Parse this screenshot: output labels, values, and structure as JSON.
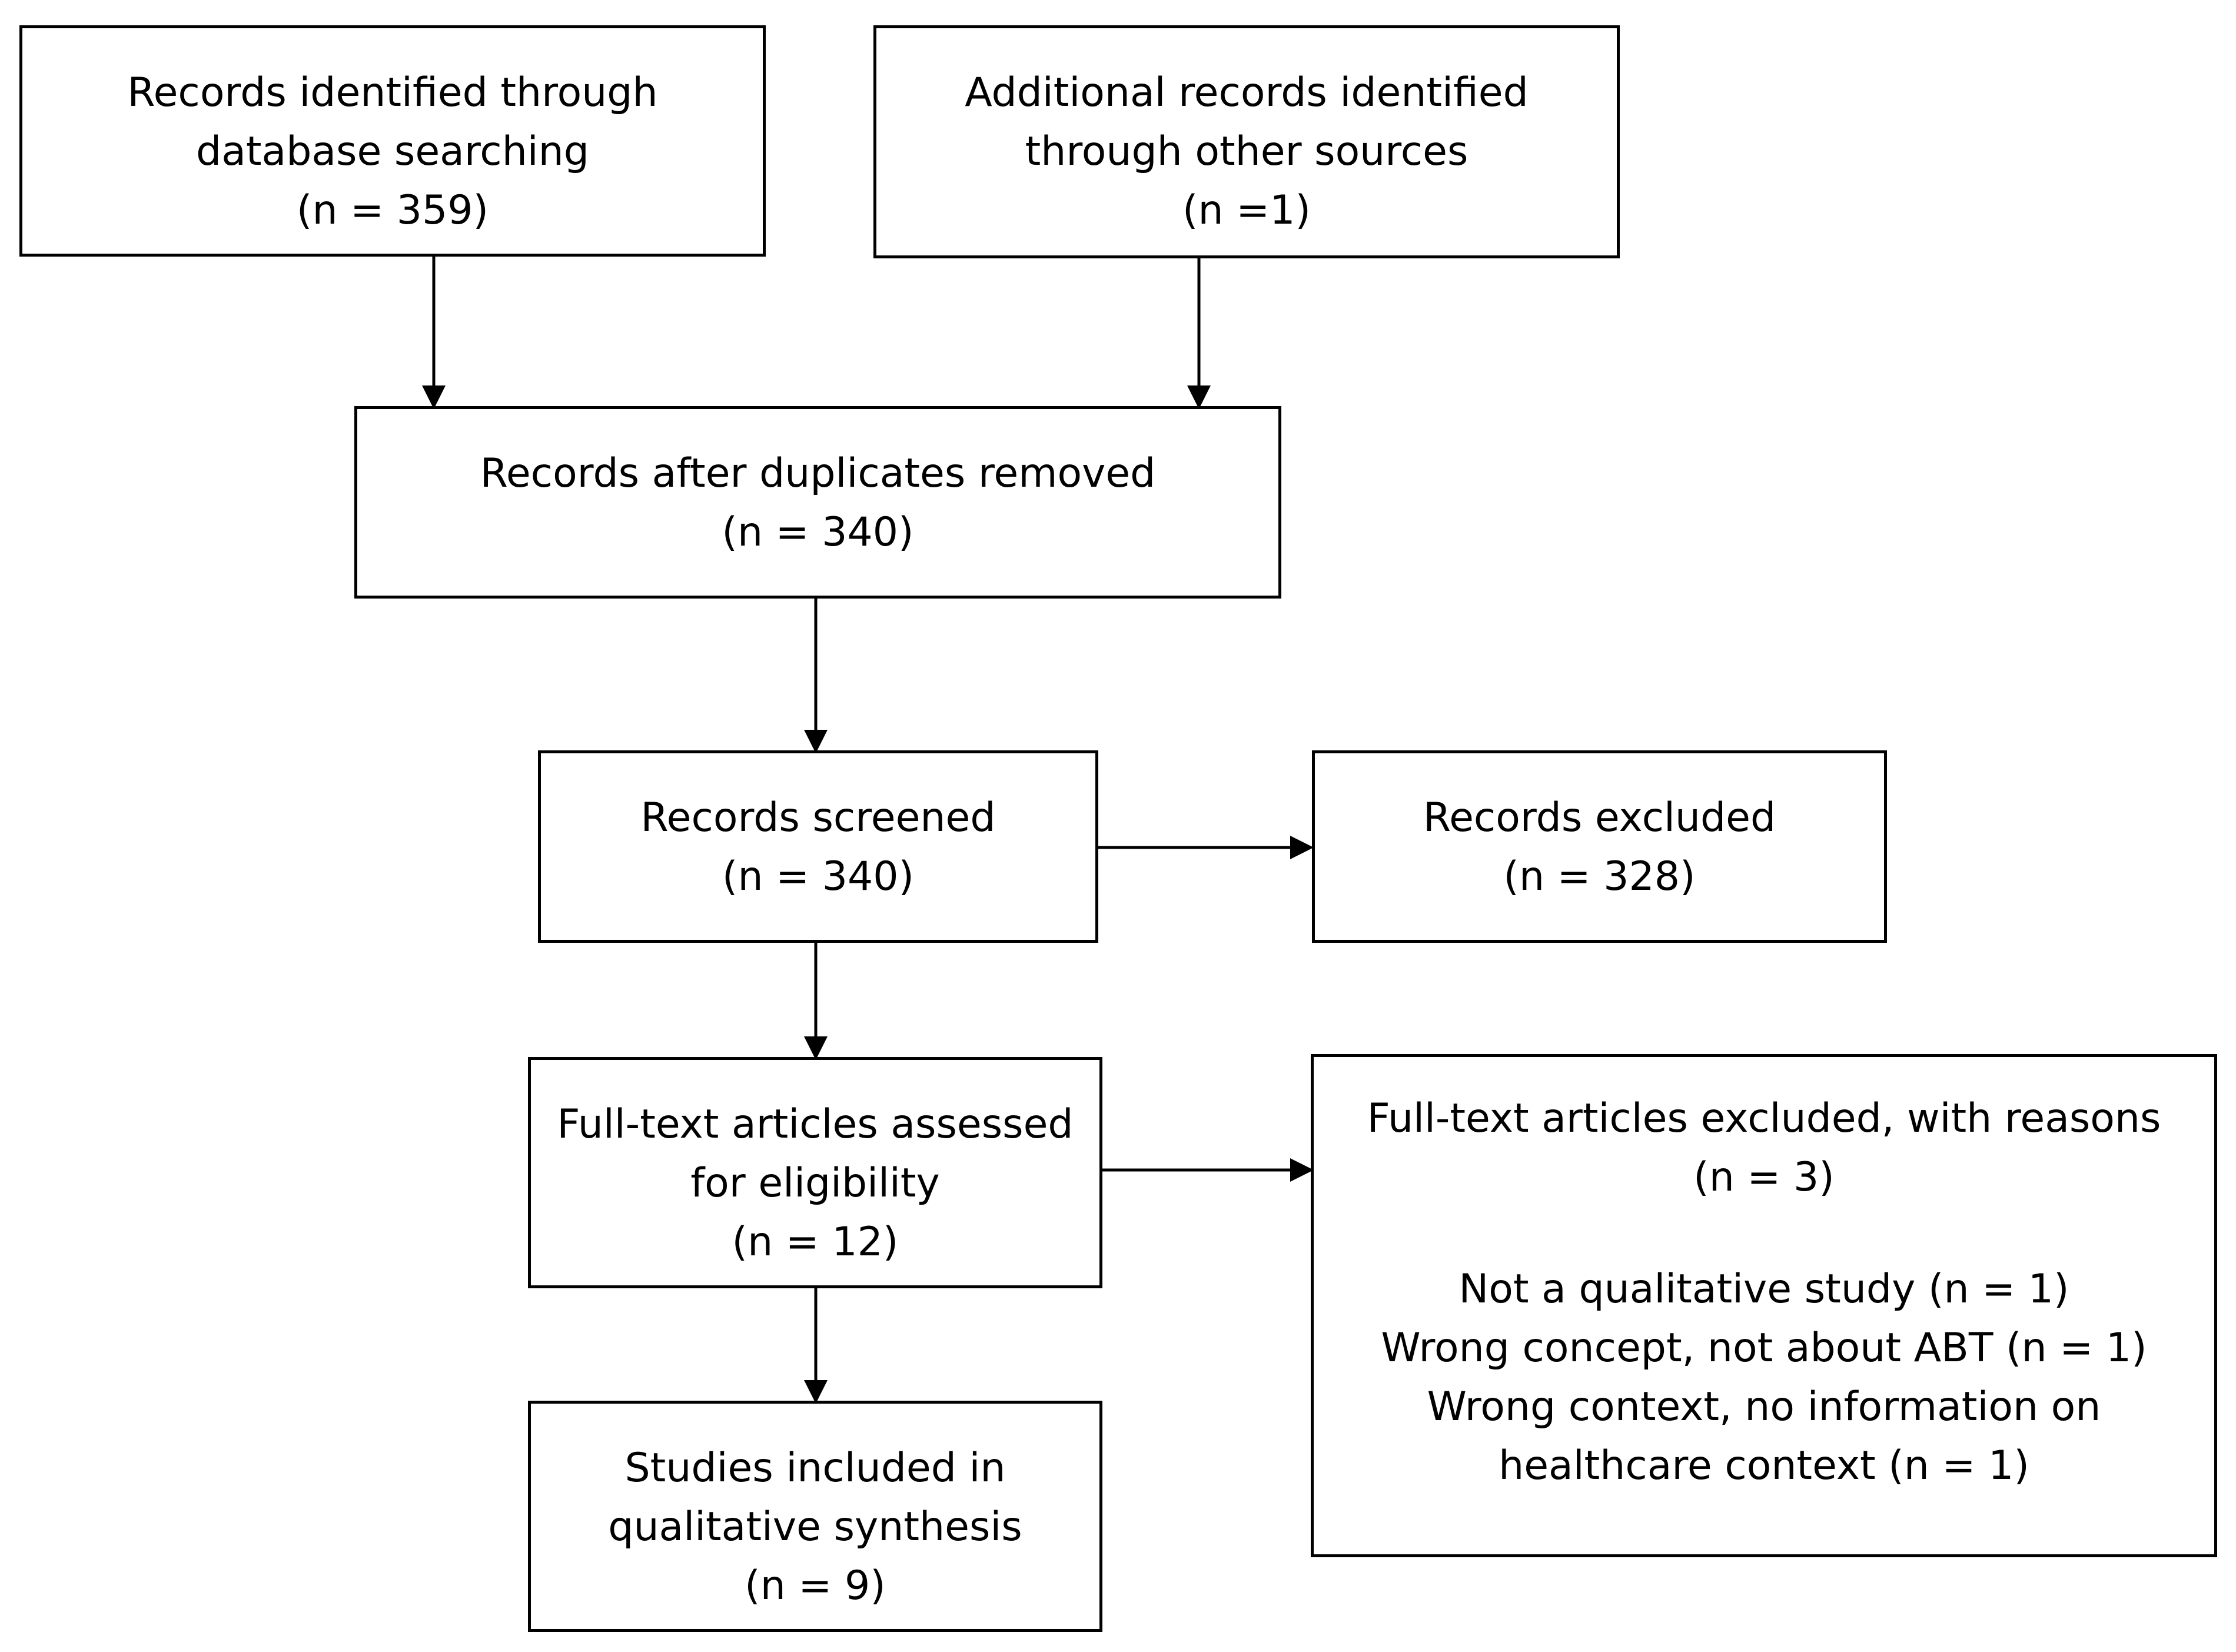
{
  "boxes": {
    "identified_db": {
      "lines": [
        "Records identified through",
        "database searching",
        "(n = 359)"
      ]
    },
    "identified_other": {
      "lines": [
        "Additional records identified",
        "through other sources",
        "(n =1)"
      ]
    },
    "after_duplicates": {
      "lines": [
        "Records after duplicates removed",
        "(n = 340)"
      ]
    },
    "screened": {
      "lines": [
        "Records screened",
        "(n = 340)"
      ]
    },
    "excluded": {
      "lines": [
        "Records excluded",
        "(n = 328)"
      ]
    },
    "fulltext_assessed": {
      "lines": [
        "Full-text articles assessed",
        "for eligibility",
        "(n = 12)"
      ]
    },
    "fulltext_excluded": {
      "heading": [
        "Full-text articles excluded, with reasons",
        "(n = 3)"
      ],
      "reasons": [
        "Not a qualitative study (n = 1)",
        "Wrong concept, not about ABT (n = 1)",
        "Wrong context, no information on",
        "healthcare context (n = 1)"
      ]
    },
    "included": {
      "lines": [
        "Studies included in",
        "qualitative synthesis",
        "(n = 9)"
      ]
    }
  }
}
